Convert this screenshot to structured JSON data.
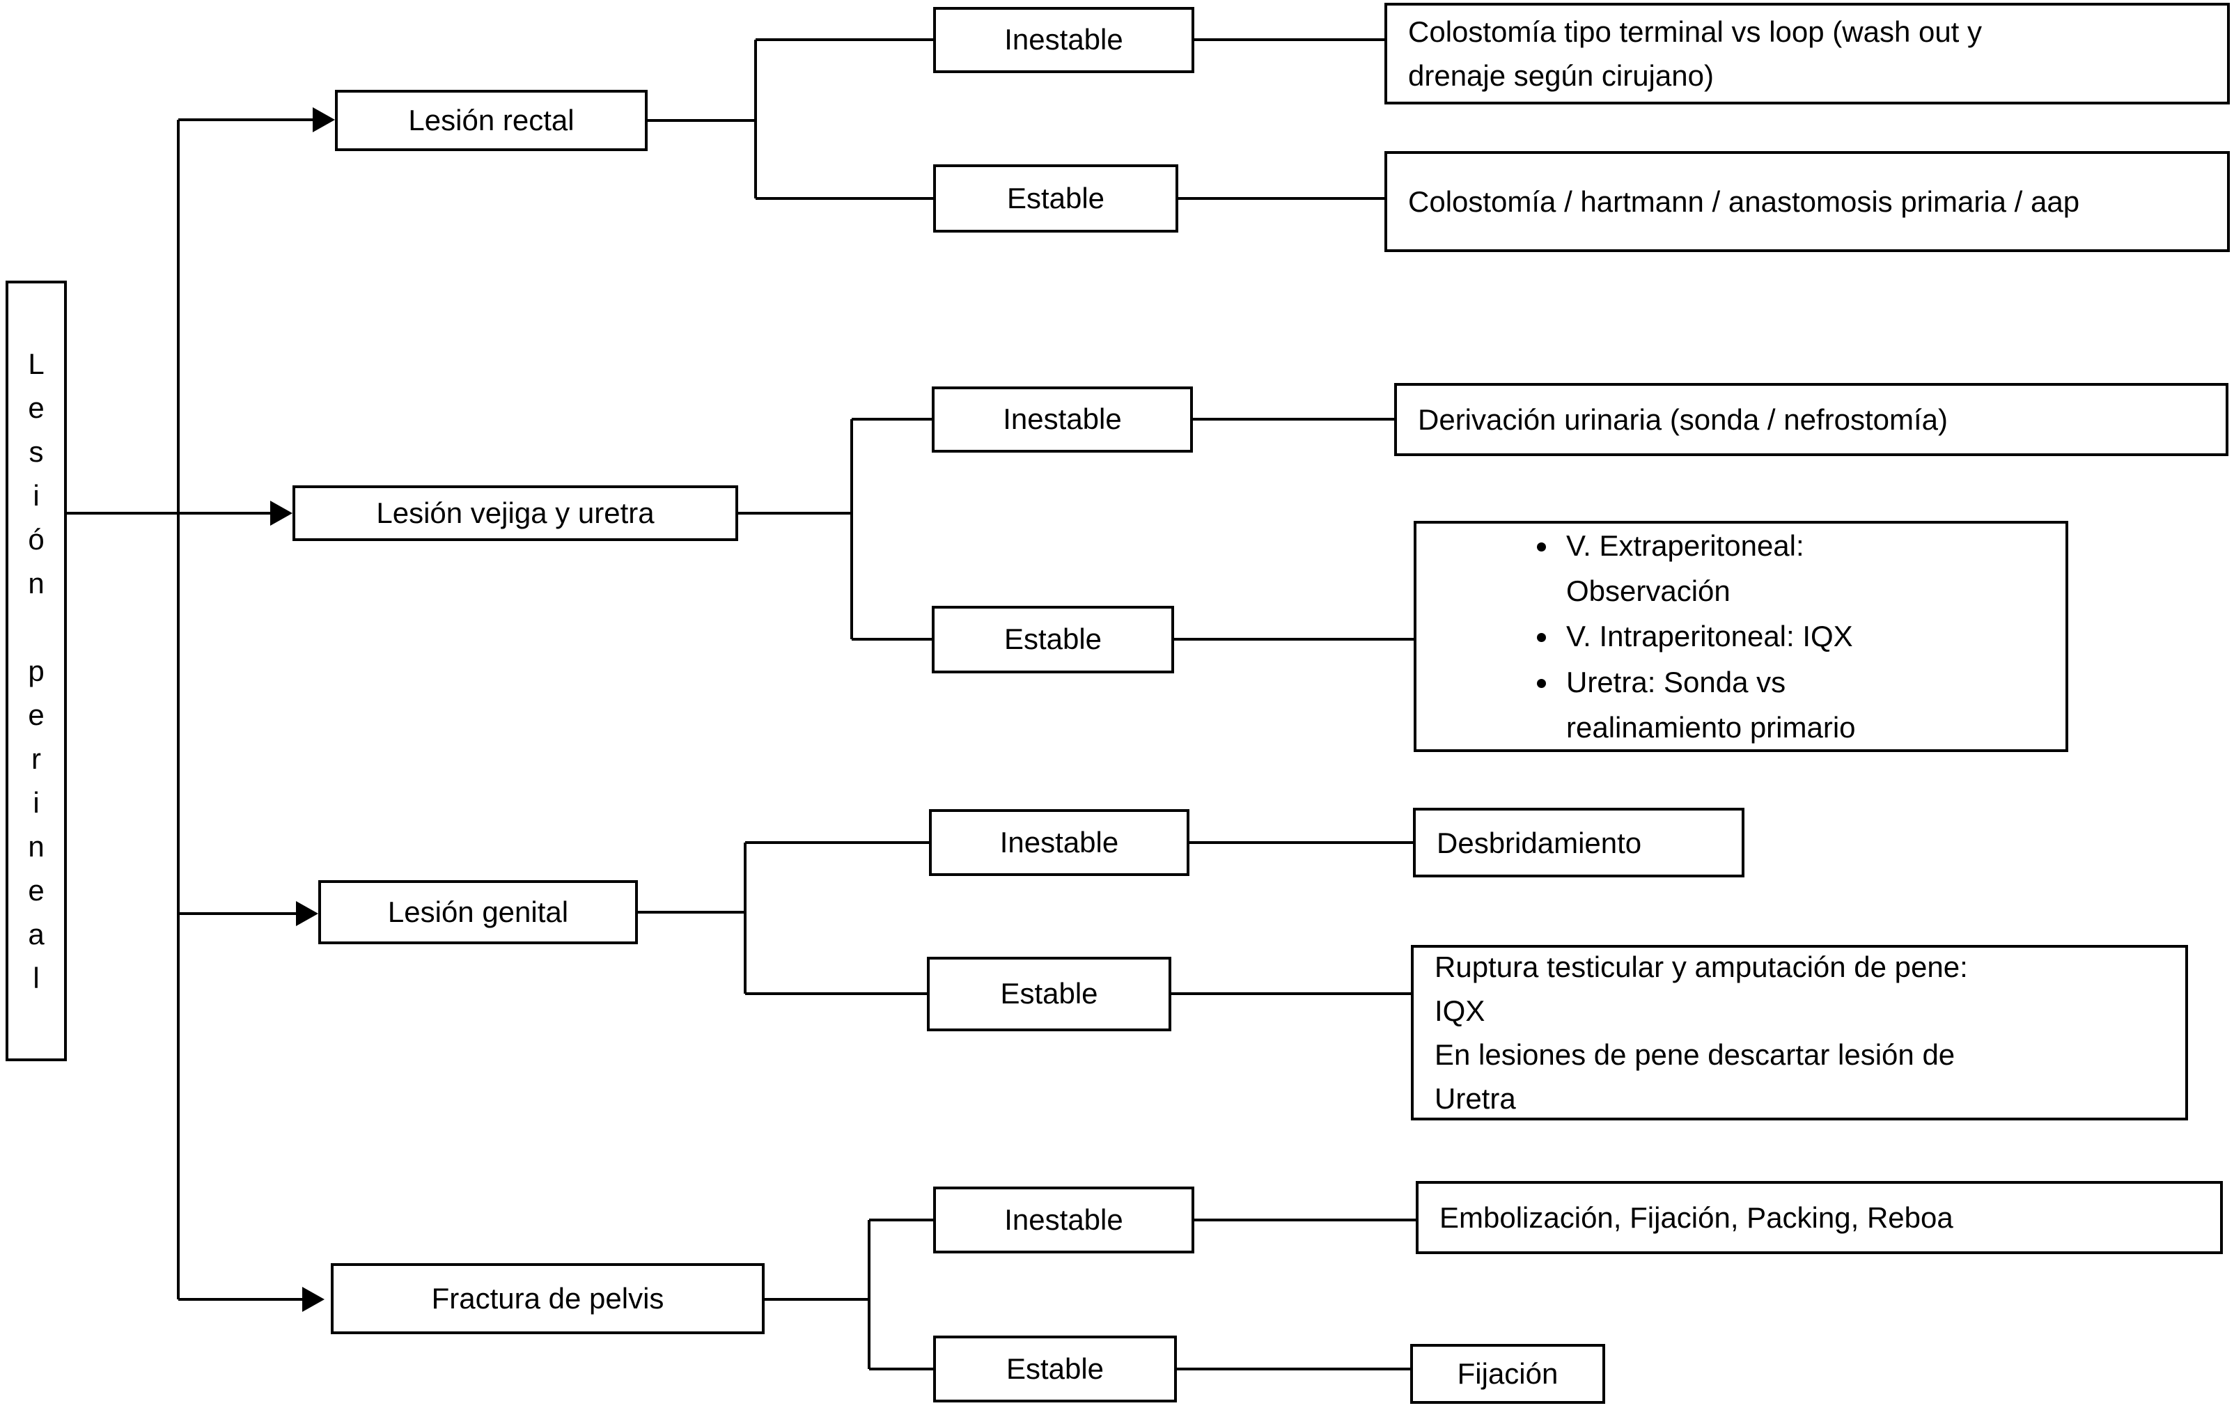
{
  "diagram": {
    "root": {
      "label": "Lesión perineal"
    },
    "branches": [
      {
        "label": "Lesión rectal",
        "unstable_label": "Inestable",
        "stable_label": "Estable",
        "unstable_outcome": "Colostomía tipo terminal vs loop (wash out y\ndrenaje según cirujano)",
        "stable_outcome": "Colostomía / hartmann / anastomosis primaria / aap"
      },
      {
        "label": "Lesión vejiga y uretra",
        "unstable_label": "Inestable",
        "stable_label": "Estable",
        "unstable_outcome": "Derivación urinaria (sonda / nefrostomía)",
        "stable_outcome_bullets": [
          "V. Extraperitoneal:\nObservación",
          "V. Intraperitoneal: IQX",
          "Uretra: Sonda vs\nrealinamiento primario"
        ]
      },
      {
        "label": "Lesión genital",
        "unstable_label": "Inestable",
        "stable_label": "Estable",
        "unstable_outcome": "Desbridamiento",
        "stable_outcome": "Ruptura testicular y amputación de pene:\nIQX\nEn lesiones de pene descartar lesión de\nUretra"
      },
      {
        "label": "Fractura de pelvis",
        "unstable_label": "Inestable",
        "stable_label": "Estable",
        "unstable_outcome": "Embolización, Fijación, Packing, Reboa",
        "stable_outcome": "Fijación"
      }
    ],
    "line_color": "#000000",
    "background_color": "#ffffff"
  }
}
